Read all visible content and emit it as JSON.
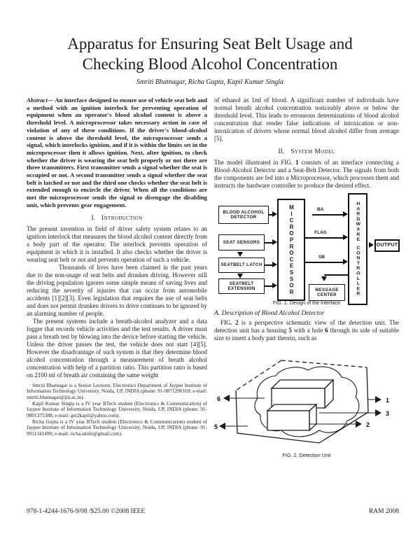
{
  "doc": {
    "title_line1": "Apparatus for Ensuring Seat Belt Usage and",
    "title_line2": "Checking Blood Alcohol Concentration",
    "authors": "Smriti Bhatnagar, Richa Gupta, Kapil Kumar Singla",
    "footer_left": "978-1-4244-1676-9/08 /$25.00 ©2008 IEEE",
    "footer_right": "RAM 2008"
  },
  "abstract": {
    "lead": "Abstract—",
    "body": " An interface designed to ensure use of vehicle seat belt and a method with an ignition interlock for preventing operation of equipment when an operator's blood alcohol content is above a threshold level. A microprocessor takes necessary action in case of violation of any of these conditions. If the driver's blood-alcohol content is above the threshold level, the microprocessor sends a signal, which interlocks ignition, and if it is within the limits set in the microprocessor then it allows ignition. Next, after ignition, to check whether the driver is wearing the seat belt properly or not there are three transmitters. First transmitter sends a signal whether the seat is occupied or not. A second transmitter sends a signal whether the seat belt is latched or not and the third one checks whether the seat belt is extended enough to encircle the driver. When all the conditions are met the microprocessor sends the signal to disengage the disabling unit, which prevents gear engagement."
  },
  "sections": {
    "intro": {
      "num": "I.",
      "title": "Introduction"
    },
    "system": {
      "num": "II.",
      "title": "System Model"
    },
    "sub_a": {
      "num": "A.",
      "title": "Description of Blood Alcohol Detector"
    }
  },
  "paragraphs": {
    "intro_p1": "The present invention in field of driver safety system relates to an ignition interlock that measures the blood alcohol content directly from a body part of the operator. The interlock prevents operation of equipment in which it is installed. It also checks whether the driver is wearing seat belt or not and prevents operation of such a vehicle.",
    "intro_p2": "Thousands of lives have been claimed in the past years due to the non-usage of seat belts and drunken driving. However still the driving population ignores some simple means of saving lives and reducing the severity of injuries that can occur from automobile accidents [1][2][3]. Even legislation that requires the use of seat belts and does not permit drunken drivers to drive continues to be ignored by an alarming number of people.",
    "intro_p3": "The present systems include a breath-alcohol analyzer and a data logger that records vehicle activities and the test results. A driver must pass a breath test by blowing into the device before starting the vehicle. Unless the driver passes the test, the vehicle does not start [4][5]. However the disadvantage of such system is that they determine blood alcohol concentration through a measurement of breath alcohol concentration with help of a partition ratio. This partition ratio is based on 2100 ml of breath air containing the same weight",
    "right_cont": "of ethanol as 1ml of blood. A significant number of individuals have normal breath alcohol concentration noticeably above or below the threshold level. This leads to erroneous determinations of blood alcohol concentration that render false indications of intoxication or non-intoxication of drivers whose normal blood alcohol differ from average [5].",
    "system_p": [
      "The model illustrated in FIG. ",
      "1",
      " consists of an interface connecting a Blood-Alcohol Detector and a Seat-Belt Detector. The signals from both the components are fed into a Microprocessor, which processes them and instructs the hardware controller to produce the desired effect."
    ],
    "sub_a_p": [
      "FIG. ",
      "2",
      " is a perspective schematic view of the detection unit. The detection unit has a housing ",
      "5",
      " with a hole ",
      "6",
      " through its side of suitable size to insert a body part therein, such as"
    ]
  },
  "footnotes": [
    "Smriti Bhatnagar is a Senior Lecturer, Electronics Department of Jaypee Institute of Information Technology University, Noida, UP, INDIA (phone: 91-9871290169; e-mail: smriti.bhatnagar@jiit.ac.in).",
    "Kapil Kumar Singla is a IV year BTech student (Electronics & Communication) of Jaypee Institute of Information Technology University, Noida, UP, INDIA (phone: 91-9891375388; e-mail: get2kapil@yahoo.com).",
    "Richa Gupta is a IV year BTech student (Electronics & Communication) student of Jaypee Institute of Information Technology University, Noida, UP, INDIA (phone: 91-9911341490; e-mail: richa.smile@gmail.com)."
  ],
  "fig1": {
    "caption": "FIG. 1. Design of the Interface",
    "blood_alcohol_detector": "BLOOD ALCOHOL DETECTOR",
    "seat_sensors": "SEAT SENSORS",
    "seatbelt_latch": "SEATBELT LATCH",
    "seatbelt_extension": "SEATBELT EXTENSION",
    "microprocessor": "MICROPROCESSOR",
    "hardware": "HARDWARE",
    "controller": "CONTROLLER",
    "message_center": "MESSAGE CENTER",
    "output": "OUTPUT",
    "signal_ba": "BA",
    "signal_flag": "FLAG",
    "signal_sb": "SB"
  },
  "fig2": {
    "caption": "FIG. 2. Detection Unit",
    "label_1": "1",
    "label_2": "2",
    "label_3": "3",
    "label_5": "5",
    "label_6": "6"
  }
}
